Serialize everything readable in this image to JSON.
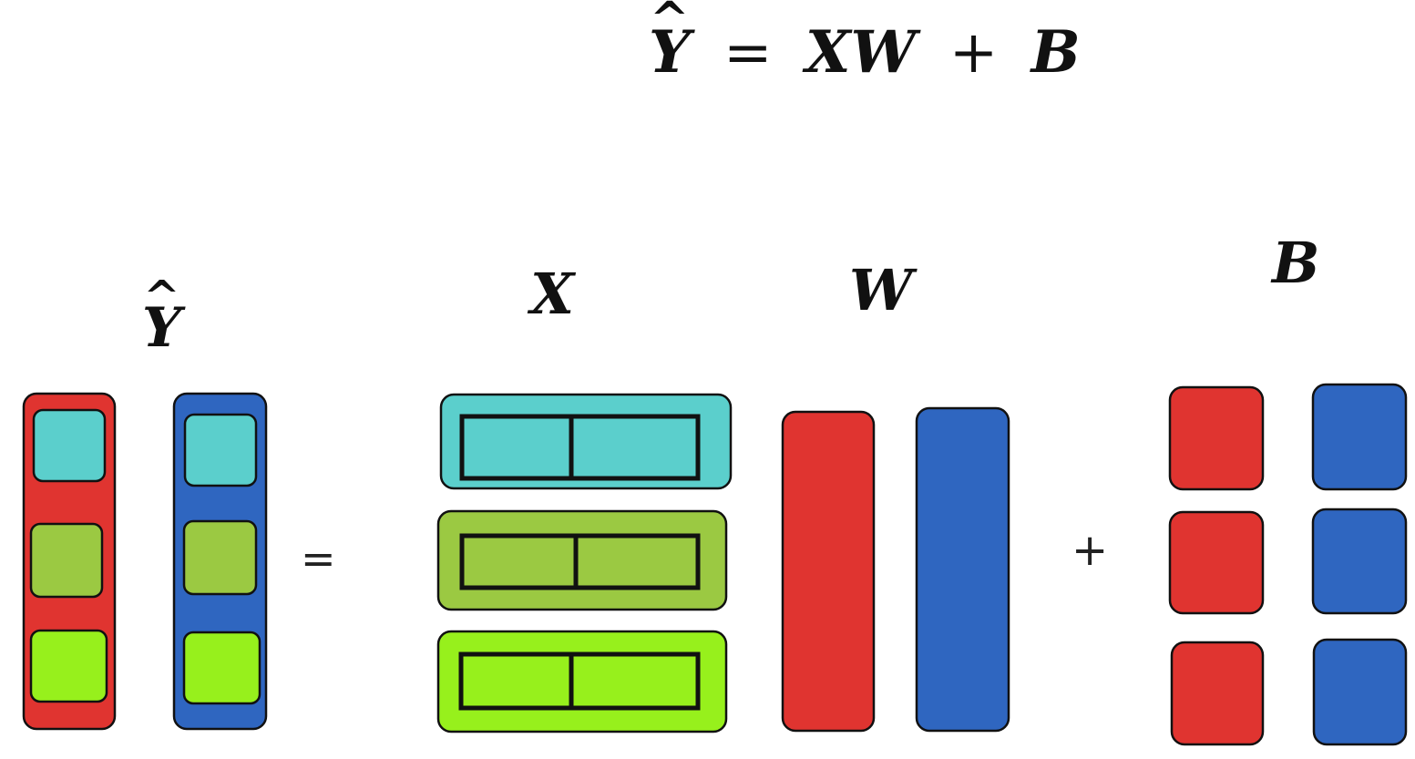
{
  "equation": {
    "lhs": "Y",
    "hat": "^",
    "equals": "=",
    "term1": "XW",
    "plus": "+",
    "term2": "B"
  },
  "labels": {
    "y_hat": "Y",
    "y_hat_mark": "^",
    "x": "X",
    "w": "W",
    "b": "B"
  },
  "operators": {
    "equals": "=",
    "plus": "+"
  },
  "colors": {
    "red": "#e03430",
    "blue": "#2f66c0",
    "cyan": "#5bcfcc",
    "olive": "#9bc942",
    "lime": "#97f01c",
    "stroke": "#111111"
  }
}
